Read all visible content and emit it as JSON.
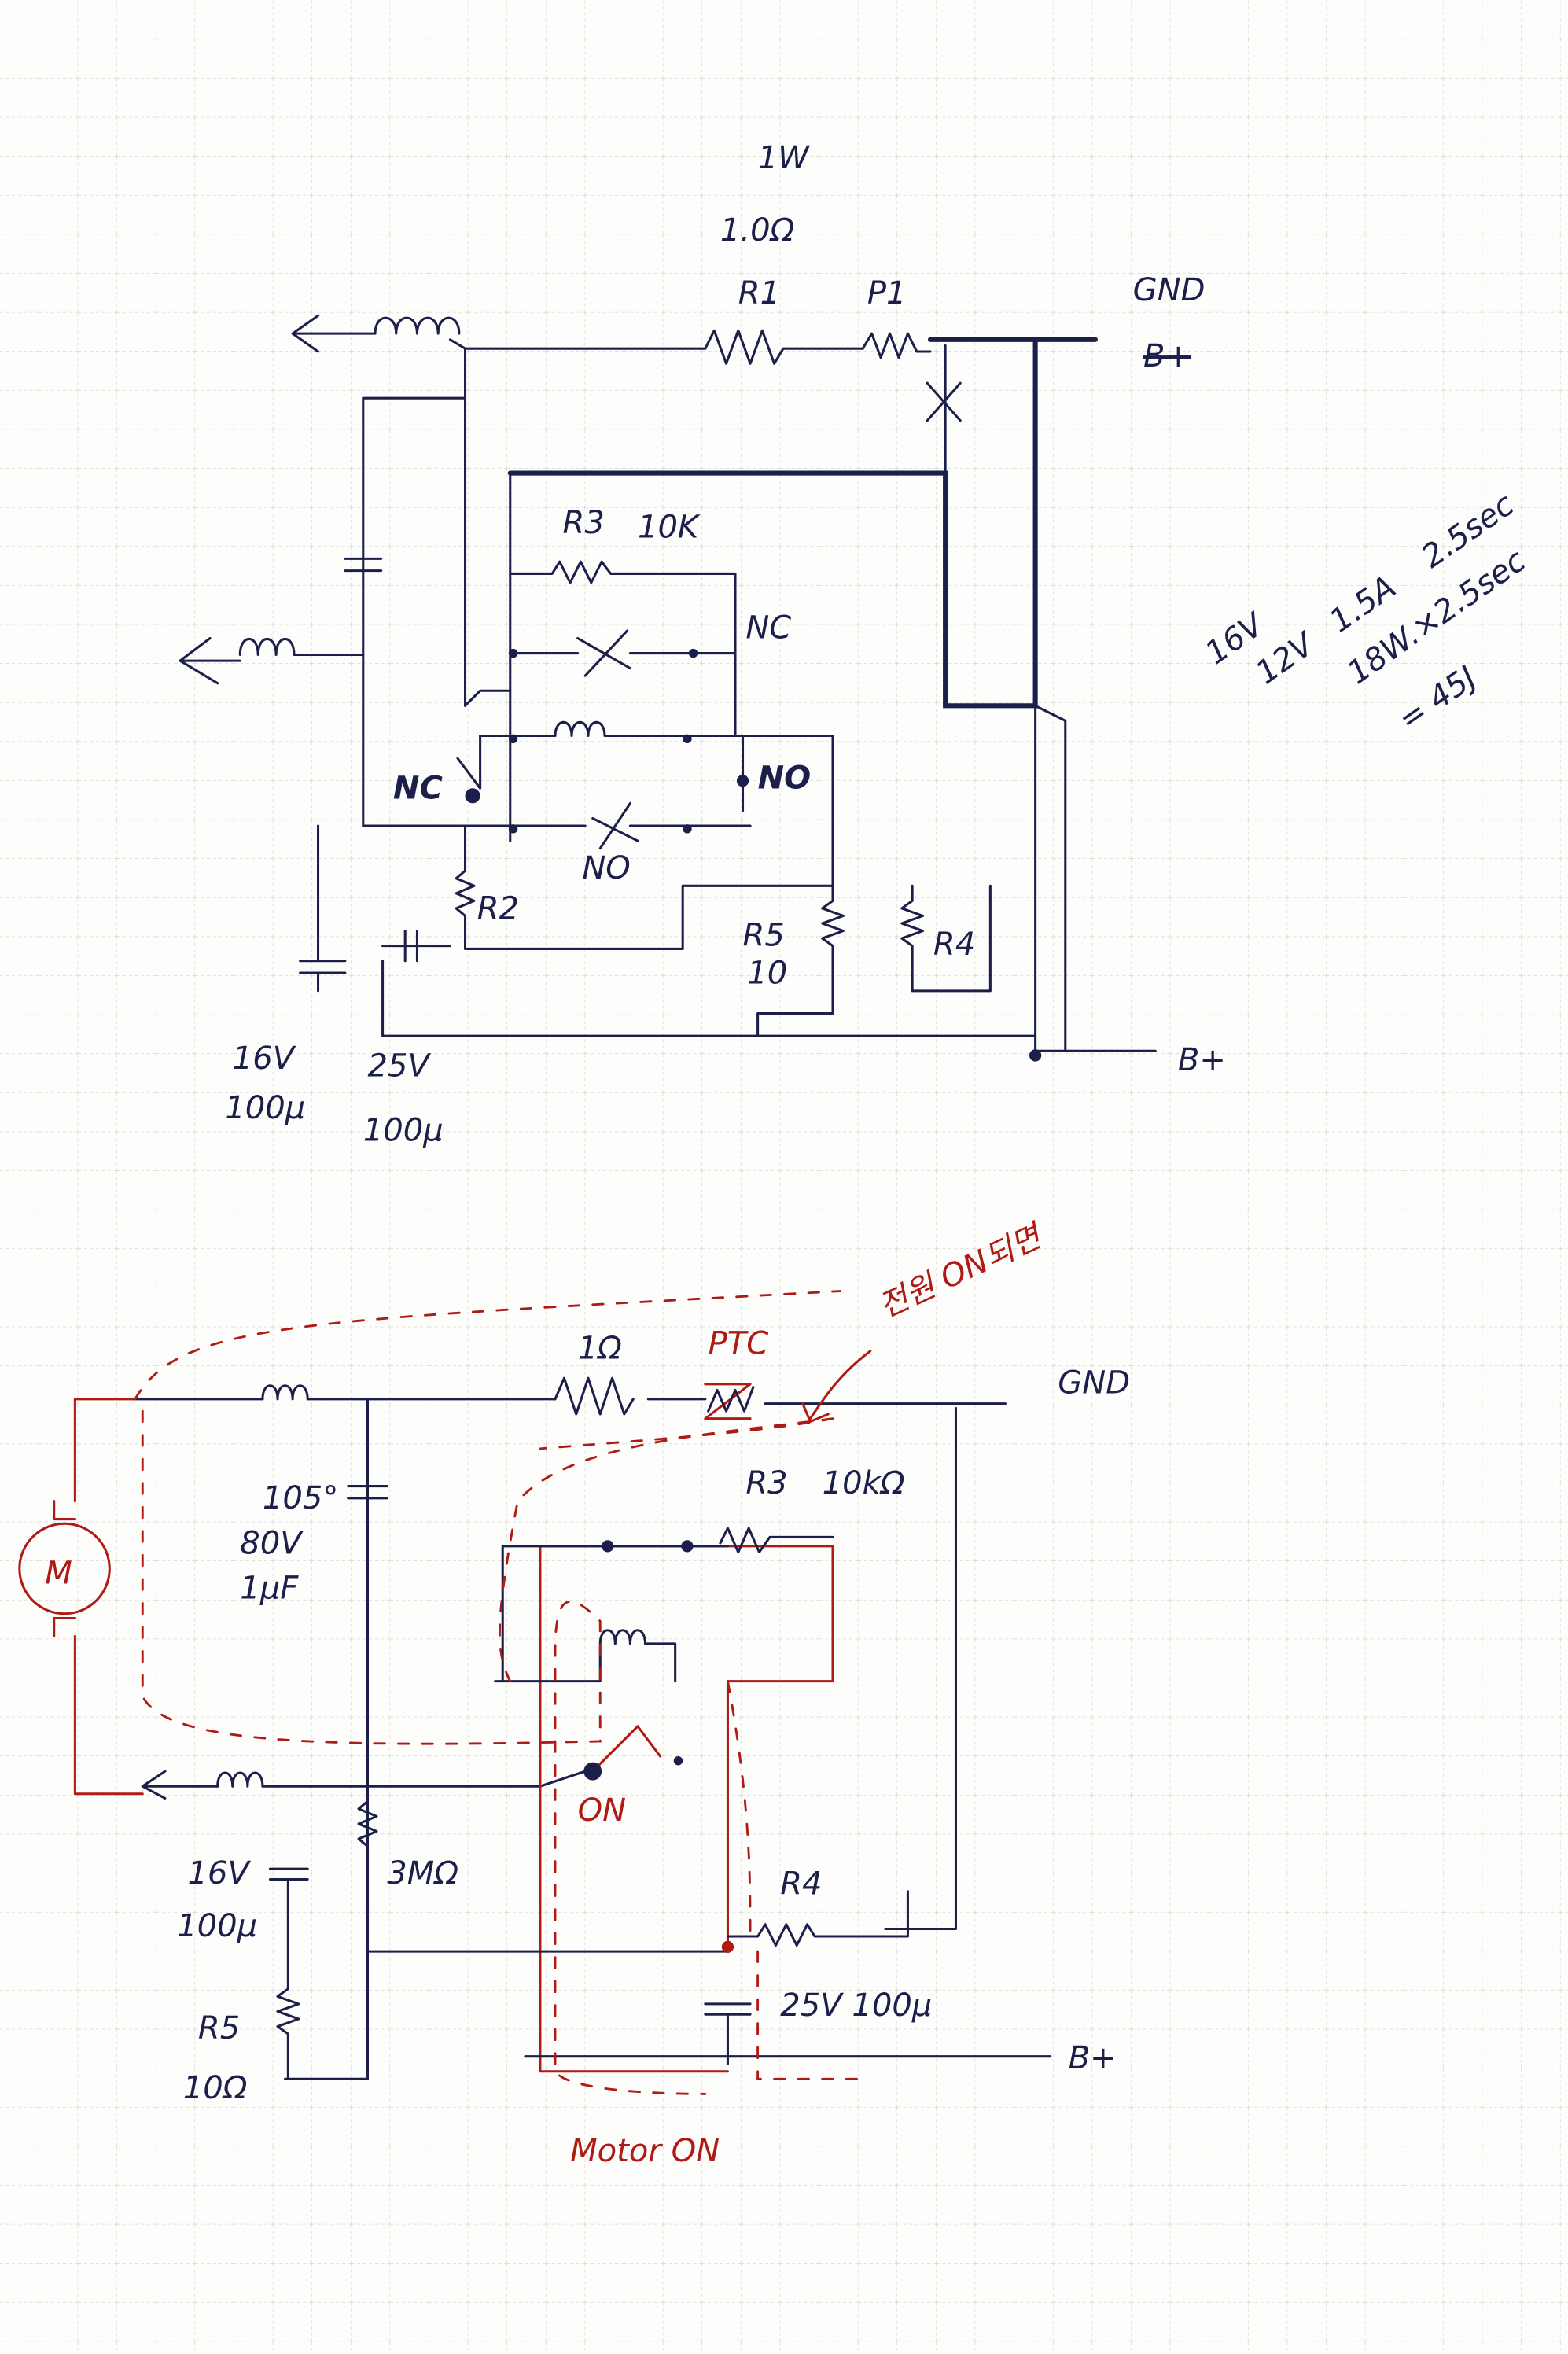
{
  "colors": {
    "ink": "#1c1f4a",
    "red_ink": "#b01a14",
    "paper": "#fdfdfb",
    "grid": "#cfcfc8"
  },
  "top_circuit": {
    "r1_power": "1W",
    "r1_value": "1.0Ω",
    "r1_label": "R1",
    "p1_label": "P1",
    "gnd_label": "GND",
    "crossed_label": "B+",
    "r3_label": "R3",
    "r3_value": "10K",
    "nc_upper": "NC",
    "nc_left": "NC",
    "no_right": "NO",
    "no_lower": "NO",
    "r2_label": "R2",
    "r5_label": "R5",
    "r5_value": "10",
    "r4_label": "R4",
    "bplus_label": "B+",
    "cap1_voltage": "16V",
    "cap1_value": "100µ",
    "cap2_voltage": "25V",
    "cap2_value": "100µ"
  },
  "notes": {
    "line1": "16V",
    "line2": "12V",
    "current": "1.5A",
    "time": "2.5sec",
    "power": "18W.×2.5sec",
    "energy": "= 45J"
  },
  "bottom_circuit": {
    "r_value": "1Ω",
    "ptc_label": "PTC",
    "annotation": "전원 ON되면",
    "gnd_label": "GND",
    "motor_label": "M",
    "cap_temp": "105°",
    "cap_voltage": "80V",
    "cap_value": "1µF",
    "r3_label": "R3",
    "r3_value": "10kΩ",
    "switch_label": "ON",
    "r_3m": "3MΩ",
    "cap1_voltage": "16V",
    "cap1_value": "100µ",
    "r5_label": "R5",
    "r5_value": "10Ω",
    "r4_label": "R4",
    "cap2_label": "25V 100µ",
    "bplus_label": "B+",
    "motor_on": "Motor ON"
  }
}
